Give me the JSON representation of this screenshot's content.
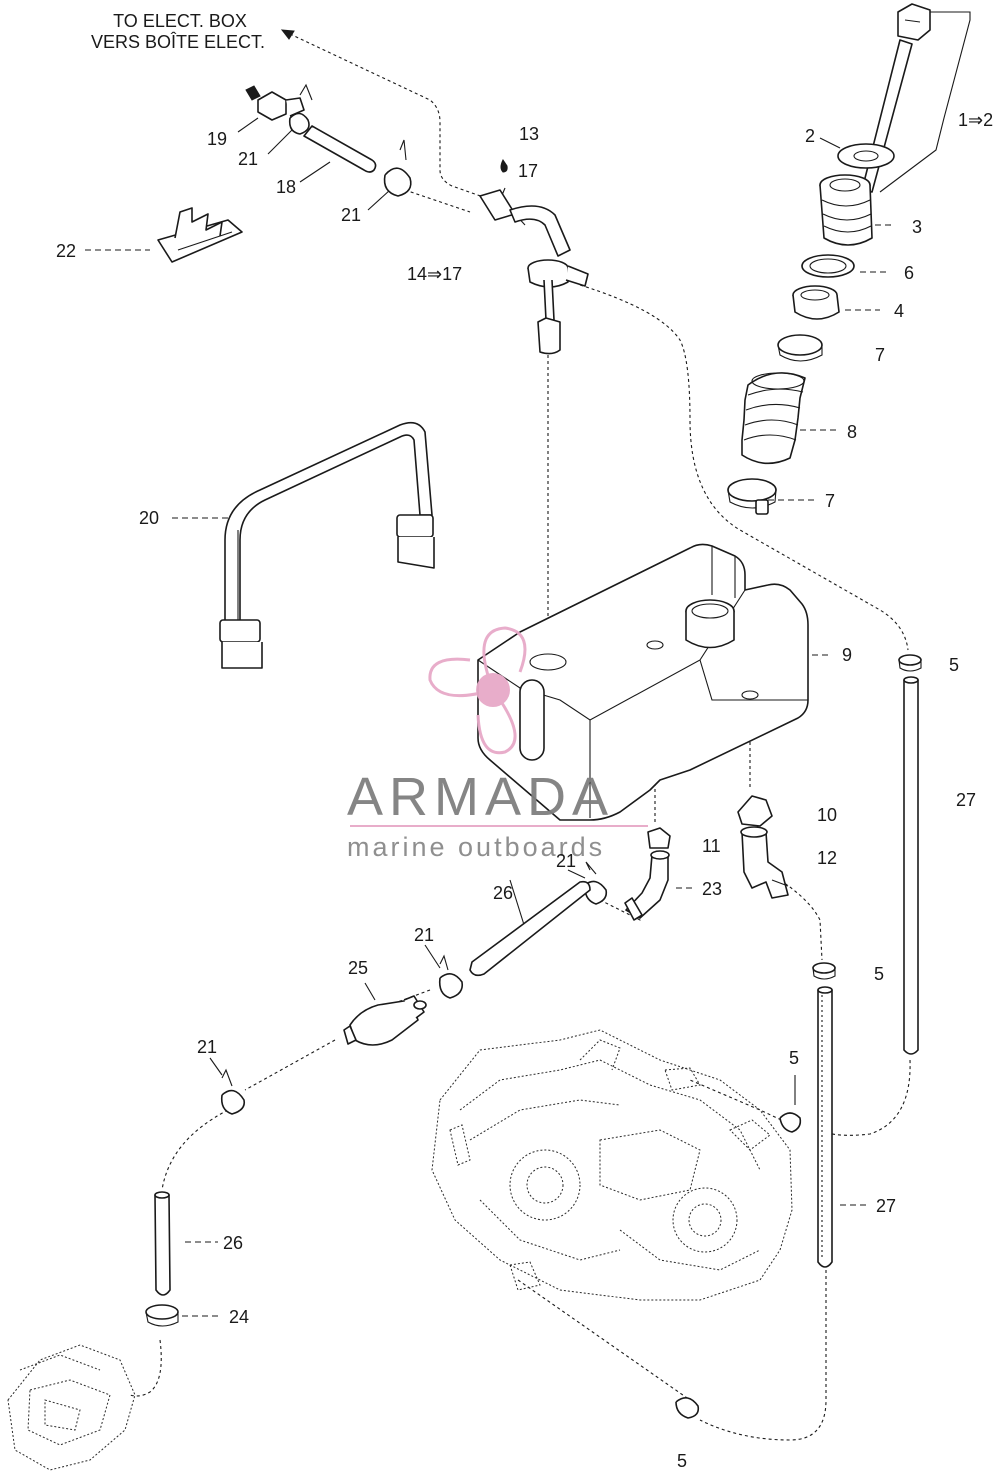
{
  "note": {
    "line1": "TO ELECT. BOX",
    "line2": "VERS BOÎTE ELECT."
  },
  "callouts": {
    "c1": "1⇒2",
    "c2": "2",
    "c3": "3",
    "c6": "6",
    "c4": "4",
    "c7a": "7",
    "c8": "8",
    "c7b": "7",
    "c9": "9",
    "c5a": "5",
    "c27a": "27",
    "c10": "10",
    "c11": "11",
    "c12": "12",
    "c23": "23",
    "c5b": "5",
    "c5c": "5",
    "c27b": "27",
    "c5d": "5",
    "c13": "13",
    "c17": "17",
    "c14": "14⇒17",
    "c19": "19",
    "c21a": "21",
    "c18": "18",
    "c21b": "21",
    "c22": "22",
    "c20": "20",
    "c21c": "21",
    "c26a": "26",
    "c21d": "21",
    "c25": "25",
    "c21e": "21",
    "c26b": "26",
    "c24": "24"
  },
  "watermark": {
    "brand": "ARMADA",
    "tagline": "marine outboards"
  },
  "colors": {
    "line": "#1a1a1a",
    "watermark_pink": "#e7a9c8",
    "watermark_gray": "#7f7f7f"
  }
}
